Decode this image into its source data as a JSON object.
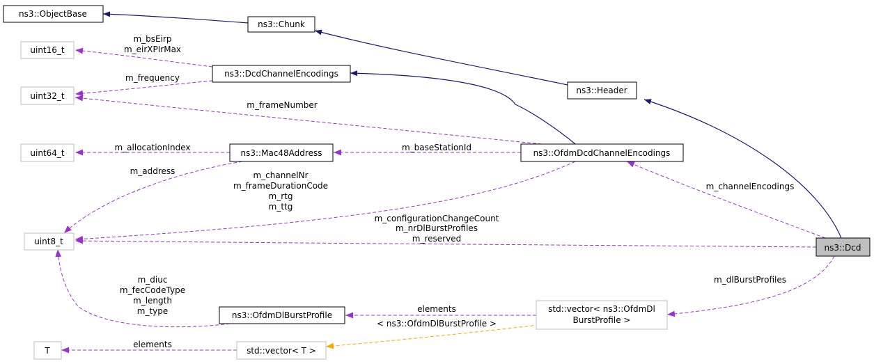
{
  "colors": {
    "inherit": "#191970",
    "member": "#9a32cd",
    "template": "#ffa500",
    "node_border": "#000000",
    "external_border": "#bfbfbf",
    "focus_fill": "#bfbfbf"
  },
  "nodes": {
    "object_base": "ns3::ObjectBase",
    "chunk": "ns3::Chunk",
    "header": "ns3::Header",
    "dcd_channel_encodings": "ns3::DcdChannelEncodings",
    "ofdm_dcd_channel_encodings": "ns3::OfdmDcdChannelEncodings",
    "mac48_address": "ns3::Mac48Address",
    "dcd": "ns3::Dcd",
    "ofdm_dl_burst_profile": "ns3::OfdmDlBurstProfile",
    "uint16": "uint16_t",
    "uint32": "uint32_t",
    "uint64": "uint64_t",
    "uint8": "uint8_t",
    "t": "T",
    "vector_burst_line1": "std::vector< ns3::OfdmDl",
    "vector_burst_line2": "BurstProfile >",
    "vector_t": "std::vector< T >"
  },
  "edge_labels": {
    "bs_eirp": "m_bsEirp",
    "eir_xp_ir_max": "m_eirXPIrMax",
    "frequency": "m_frequency",
    "frame_number": "m_frameNumber",
    "allocation_index": "m_allocationIndex",
    "base_station_id": "m_baseStationId",
    "address": "m_address",
    "channel_nr": "m_channelNr",
    "frame_duration_code": "m_frameDurationCode",
    "rtg": "m_rtg",
    "ttg": "m_ttg",
    "channel_encodings": "m_channelEncodings",
    "configuration_change_count": "m_configurationChangeCount",
    "nr_dl_burst_profiles": "m_nrDlBurstProfiles",
    "reserved": "m_reserved",
    "diuc": "m_diuc",
    "fec_code_type": "m_fecCodeType",
    "length": "m_length",
    "type": "m_type",
    "dl_burst_profiles": "m_dlBurstProfiles",
    "elements_burst": "elements",
    "template_arg": "< ns3::OfdmDlBurstProfile >",
    "elements_t": "elements"
  }
}
